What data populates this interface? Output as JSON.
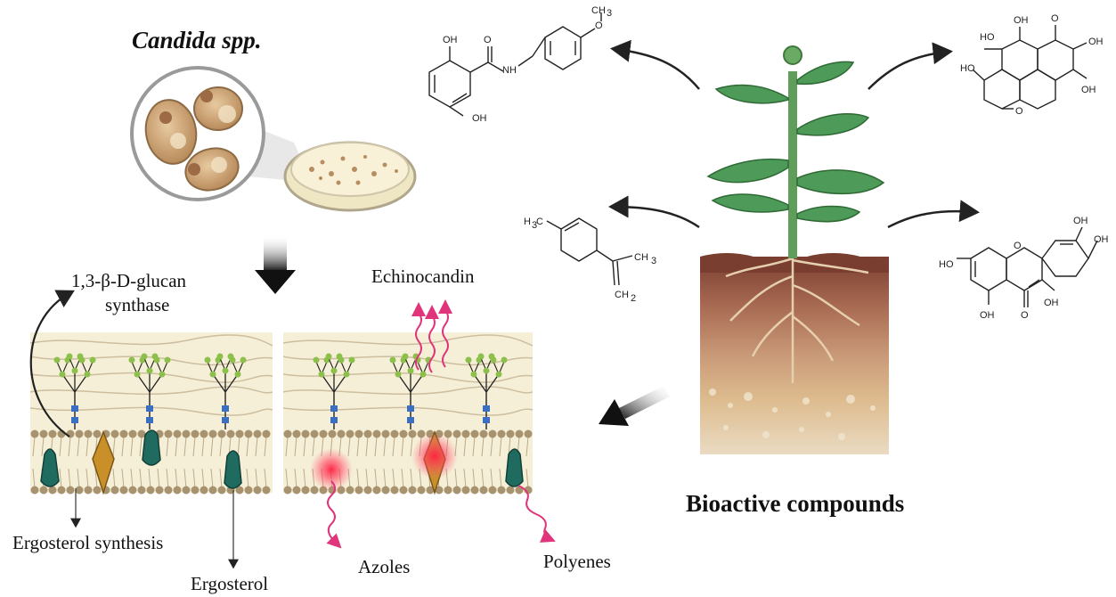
{
  "title": "Candida spp.",
  "labels": {
    "glucan_line1": "1,3-β-D-glucan",
    "glucan_line2": "synthase",
    "echinocandin": "Echinocandin",
    "ergosterol_synthesis": "Ergosterol synthesis",
    "ergosterol": "Ergosterol",
    "azoles": "Azoles",
    "polyenes": "Polyenes",
    "bioactive": "Bioactive compounds"
  },
  "chem": {
    "oh": "OH",
    "nh": "NH",
    "o": "O",
    "ch3": "CH",
    "h3c": "H",
    "sub3": "3",
    "sub2": "2",
    "ch2": "CH",
    "ho": "HO",
    "c3": "C"
  },
  "icons": [
    "yeast-cells-icon",
    "petri-dish-icon",
    "plant-icon",
    "soil-icon",
    "cell-membrane-icon"
  ],
  "colors": {
    "leaf": "#4e9a58",
    "stem": "#5f9e5a",
    "soil_top": "#8c4a3a",
    "soil_mid": "#b37a5c",
    "soil_low": "#d7b68a",
    "lipid_head": "#a89370",
    "membrane_bg": "#f6efd7",
    "teal_protein": "#1f6b5f",
    "orange_protein": "#c9902a",
    "glucan_ball": "#8cc04a",
    "glucan_block": "#3a6fc4",
    "red_glow": "#ff3c5a",
    "pink_arrow": "#e0357a",
    "arrow_dark": "#1a1a1a"
  }
}
